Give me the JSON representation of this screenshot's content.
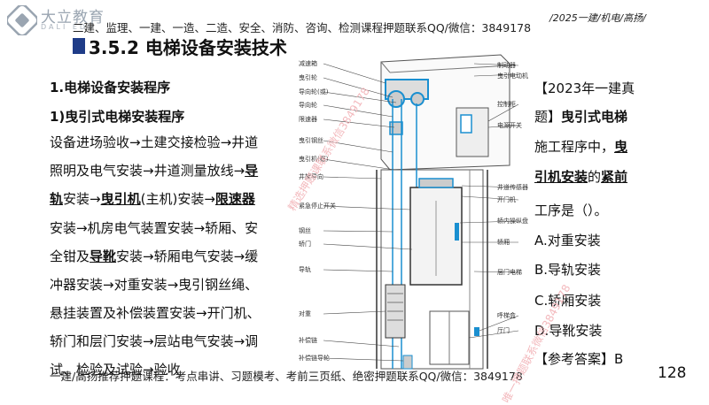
{
  "brand": {
    "name": "大立教育",
    "sub": "DALI EDU",
    "logo_icon": "dali-logo-icon"
  },
  "top_banner": "二建、监理、一建、一造、二造、安全、消防、咨询、检测课程押题联系QQ/微信：3849178",
  "top_right": "/2025一建/机电/高扬/",
  "section_title": "3.5.2 电梯设备安装技术",
  "heading1": "1.电梯设备安装程序",
  "heading2": "1)曳引式电梯安装程序",
  "steps": {
    "line1": "设备进场验收→土建交接检验→井道",
    "line2a": "照明及电气安装→井道测量放线→",
    "line2b": "导",
    "line3a": "轨",
    "line3b": "安装→",
    "line3c": "曳引机",
    "line3d": "(主机)安装→",
    "line3e": "限速器",
    "line4": "安装→机房电气装置安装→轿厢、安",
    "line5a": "全钳及",
    "line5b": "导靴",
    "line5c": "安装→轿厢电气安装→缓",
    "line6": "冲器安装→对重安装→曳引钢丝绳、",
    "line7": "悬挂装置及补偿装置安装→开门机、",
    "line8": "轿门和层门安装→层站电气安装→调",
    "line9": "试、检验及试验→验收"
  },
  "diagram": {
    "labels_left": [
      "减速箱",
      "曳引轮",
      "导向轮(或)",
      "导向轮",
      "限速器",
      "曳引钢丝",
      "曳引机(框)",
      "井架导向",
      "紧急停止开关",
      "钢丝",
      "轿门",
      "导轨",
      "对重",
      "补偿链",
      "补偿链导轮"
    ],
    "labels_right": [
      "制动器",
      "曳引电动机",
      "控制柜",
      "电源开关",
      "井道传感器",
      "开门机",
      "轿内操纵盘",
      "轿厢",
      "层门电梯",
      "呼梯盒",
      "厅门"
    ]
  },
  "question": {
    "line1": "【2023年一建真",
    "line2a": "题】",
    "line2b": "曳引式电梯",
    "line3": "施工程序中，",
    "line3b": "曳",
    "line4a": "引机安装",
    "line4b": "的",
    "line4c": "紧前",
    "line5": "工序是（）。",
    "options": [
      "A.对重安装",
      "B.导轨安装",
      "C.轿厢安装",
      "D.导靴安装"
    ],
    "answer_label": "【参考答案】B"
  },
  "bottom_banner": "一建/高扬推荐押题课程：考点串讲、习题模考、考前三页纸、绝密押题联系QQ/微信：3849178",
  "page_number": "128",
  "watermarks": [
    "精选押题课联系微信3849178",
    "唯一押题联系微信3849178"
  ]
}
